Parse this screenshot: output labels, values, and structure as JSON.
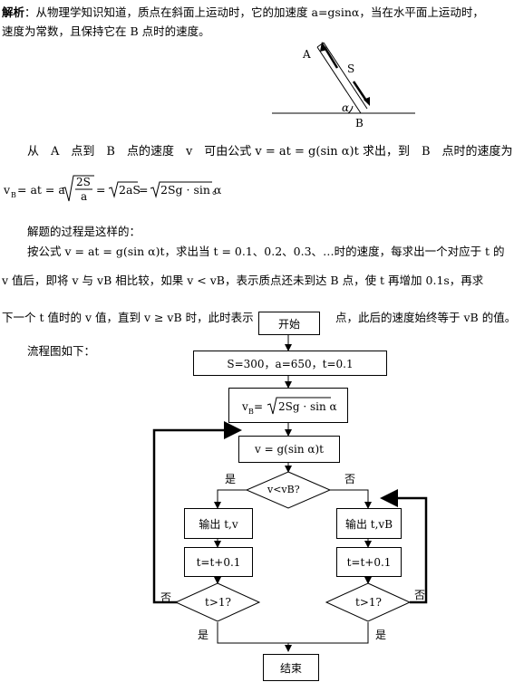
{
  "analysis": {
    "label": "解析",
    "line1": "：从物理学知识知道，质点在斜面上运动时，它的加速度 a=gsinα，当在水平面上运动时，",
    "line2": "速度为常数，且保持它在 B 点时的速度。"
  },
  "incline": {
    "label_a": "A",
    "label_s": "S",
    "label_alpha": "α",
    "label_b": "B"
  },
  "para": {
    "line1": "从　A　点到　B　点的速度　v　可由公式 v = at = g(sin α)t 求出，到　B　点时的速度为",
    "formula": "v_B = at = a√(2S/a) = √(2aS) = √(2Sg · sin α)。",
    "f_vb": "v",
    "f_sub": "B",
    "f_eq1": " = at = a",
    "f_frac_num": "2S",
    "f_frac_den": "a",
    "f_eq2": " = ",
    "f_root1": "2aS",
    "f_eq3": " = ",
    "f_root2": "2Sg · sin α",
    "f_end": "。",
    "process_title": "解题的过程是这样的：",
    "p1": "按公式 v = at = g(sin α)t，求出当 t = 0.1、0.2、0.3、…时的速度，每求出一个对应于 t 的",
    "p2": "v 值后，即将 v 与 vB 相比较，如果 v < vB，表示质点还未到达 B 点，使 t 再增加 0.1s，再求",
    "p3a": "下一个 t 值时的 v 值，直到 v ≥ vB 时，此时表示",
    "p3b": "点，此后的速度始终等于 vB 的值。",
    "flow_title": "流程图如下："
  },
  "flow": {
    "start": "开始",
    "init": "S=300，a=650，t=0.1",
    "vb_lhs": "v",
    "vb_sub": "B",
    "vb_eq": " = ",
    "vb_root": "2Sg · sin α",
    "calc_v": "v = g(sin α)t",
    "decision": "v<vB?",
    "yes1": "是",
    "no1": "否",
    "out_left": "输出 t,v",
    "out_right": "输出 t,vB",
    "inc_left": "t=t+0.1",
    "inc_right": "t=t+0.1",
    "cond_left": "t>1?",
    "cond_right": "t>1?",
    "no_left": "否",
    "no_right": "否",
    "yes_left": "是",
    "yes_right": "是",
    "end": "结束"
  }
}
